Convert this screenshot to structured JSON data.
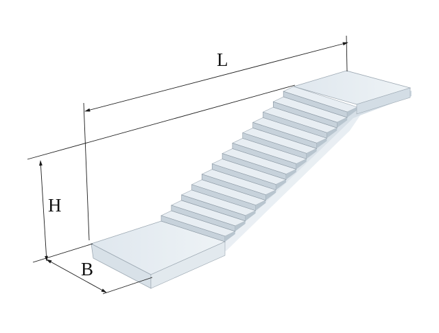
{
  "diagram": {
    "subject": "precast-concrete-stair-flight",
    "step_count": 13,
    "dimensions": {
      "length_label": "L",
      "height_label": "H",
      "width_label": "B"
    },
    "colors": {
      "concrete_top": "#e6edf2",
      "concrete_side": "#c9d4dc",
      "concrete_front": "#d7e0e7",
      "edge": "#8a97a2",
      "dimension_line": "#1a1a1a"
    }
  }
}
